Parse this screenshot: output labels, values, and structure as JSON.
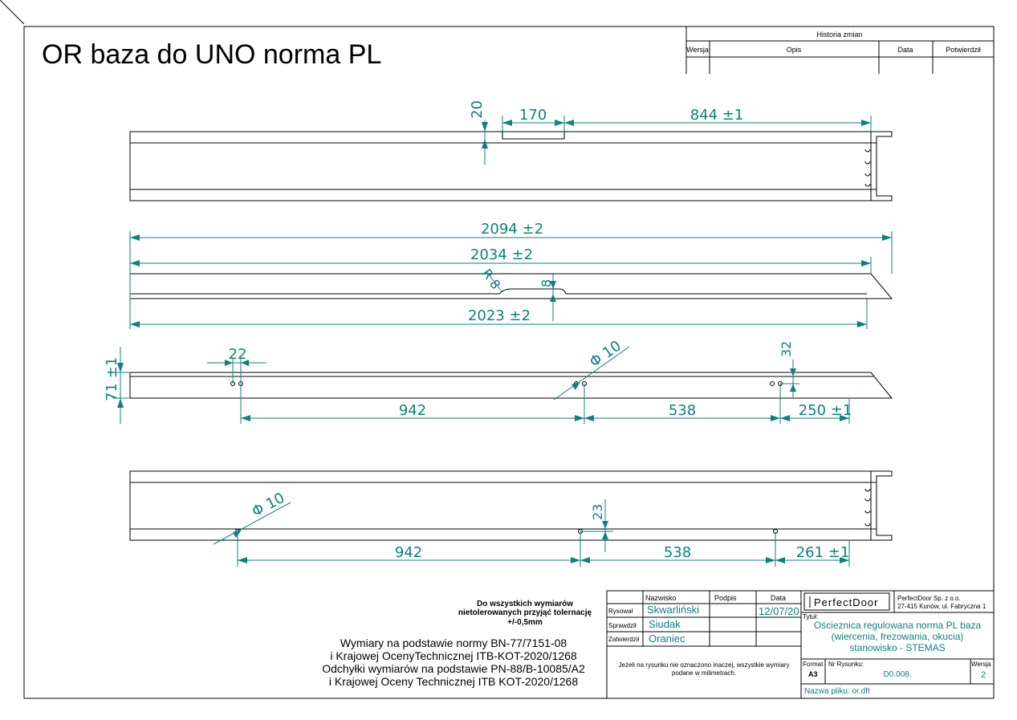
{
  "title": "OR baza do UNO norma PL",
  "revision_table": {
    "heading": "Historia zmian",
    "cols": [
      "Wersja",
      "Opis",
      "Data",
      "Potwierdził"
    ]
  },
  "dimensions": {
    "top_view": {
      "d20": "20",
      "d170": "170",
      "d844": "844 ±1"
    },
    "side_profile": {
      "d2094": "2094 ±2",
      "d2034": "2034 ±2",
      "r8": "R 8",
      "d8": "8",
      "d2023": "2023 ±2"
    },
    "front_holes": {
      "d71": "71 ±1",
      "d22": "22",
      "phi10": "Φ 10",
      "d32": "32",
      "d942": "942",
      "d538": "538",
      "d250": "250 ±1"
    },
    "bottom_view": {
      "phi10": "Φ 10",
      "d23": "23",
      "d942": "942",
      "d538": "538",
      "d261": "261 ±1"
    }
  },
  "notes": {
    "tolerance": [
      "Do wszystkich wymiarów",
      "nietolerowanych przyjąć tolernację",
      "+/-0,5mm"
    ],
    "norms": [
      "Wymiary na podstawie normy BN-77/7151-08",
      "i Krajowej OcenyTechnicznej ITB-KOT-2020/1268",
      "Odchyłki wymiarów na podstawie PN-88/B-10085/A2",
      "i Krajowej Oceny Technicznej ITB KOT-2020/1268"
    ]
  },
  "title_block": {
    "col_nazwisko": "Nazwisko",
    "col_podpis": "Podpis",
    "col_data": "Data",
    "row_rysowal": "Rysował",
    "row_sprawdzil": "Sprawdził",
    "row_zatwierdzil": "Zatwierdził",
    "rysowal_name": "Skwarliński",
    "sprawdzil_name": "Siudak",
    "zatwierdzil_name": "Oraniec",
    "date": "12/07/20",
    "mm_note": [
      "Jeżeli na rysunku nie oznaczono inaczej, wszystkie wymiary",
      "podane w milimetrach."
    ],
    "logo": "PerfectDoor",
    "company": [
      "PerfectDoor Sp. z o.o.",
      "27-415 Kunów, ul. Fabryczna 1"
    ],
    "tytul_label": "Tytuł:",
    "tytul": [
      "Ościeznica regulowana norma PL baza",
      "(wiercenia, frezowania, okucia)",
      "stanowisko - STEMAS"
    ],
    "format_label": "Format",
    "format": "A3",
    "nr_label": "Nr Rysunku:",
    "nr": "D0.008.",
    "wersja_label": "Wersja",
    "wersja": "2",
    "filename": "Nazwa pliku: or.dft"
  }
}
